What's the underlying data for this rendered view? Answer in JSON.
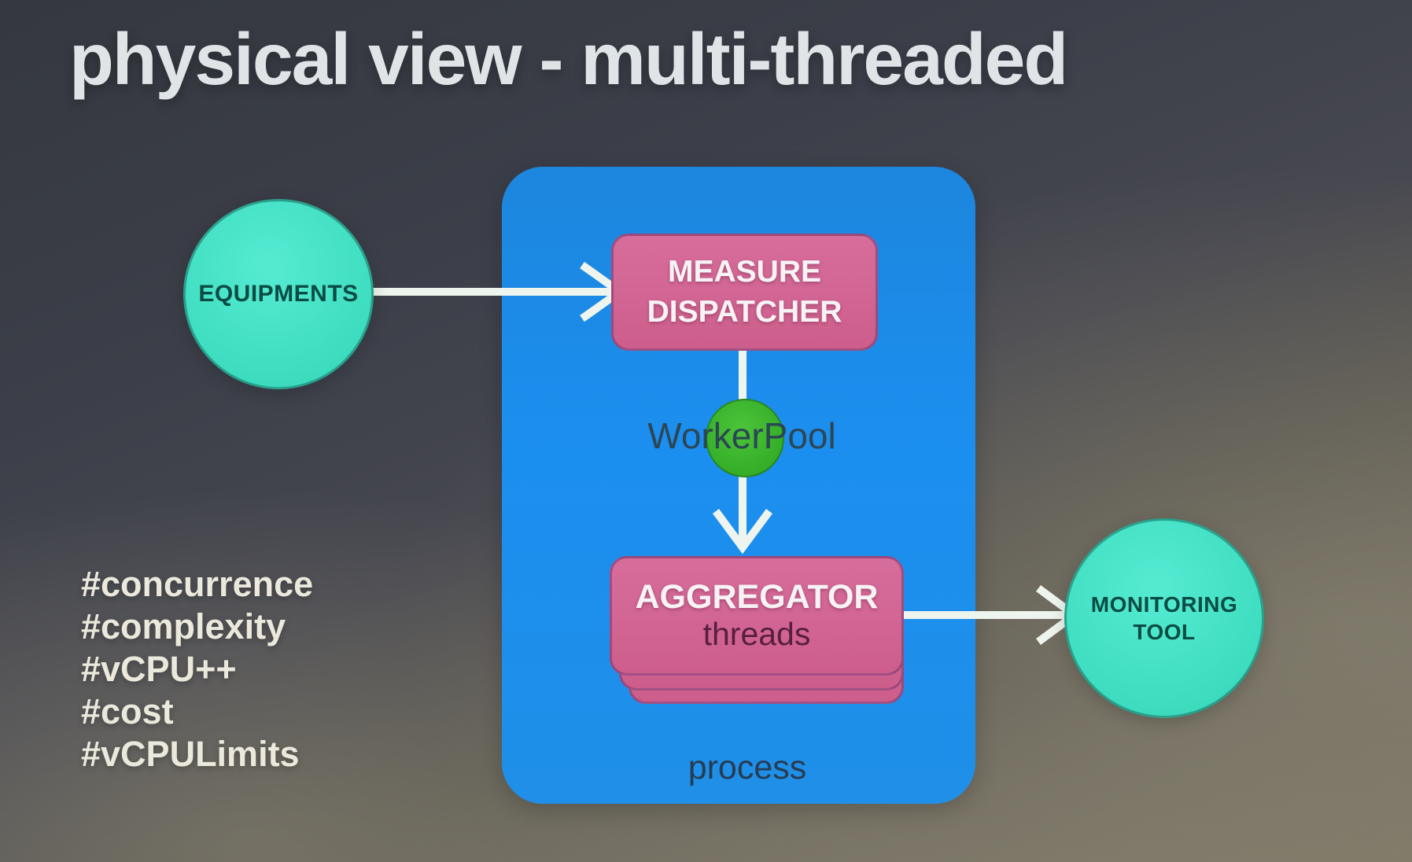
{
  "slide": {
    "title": "physical view - multi-threaded",
    "nodes": {
      "equipments": "EQUIPMENTS",
      "measure_dispatcher_line1": "MEASURE",
      "measure_dispatcher_line2": "DISPATCHER",
      "worker_pool": "WorkerPool",
      "aggregator": "AGGREGATOR",
      "aggregator_sub": "threads",
      "process": "process",
      "monitoring_line1": "MONITORING",
      "monitoring_line2": "TOOL"
    },
    "hashtags": [
      "#concurrence",
      "#complexity",
      "#vCPU++",
      "#cost",
      "#vCPULimits"
    ],
    "colors": {
      "process_box_blue": "#1d8fea",
      "task_box_pink": "#d0618f",
      "entity_circle_teal": "#41e2c5",
      "pool_circle_green": "#36b02a",
      "arrow_white": "#eef5ee",
      "title_text": "#dfe5e7",
      "hashtag_text": "#ebe8dc"
    }
  }
}
